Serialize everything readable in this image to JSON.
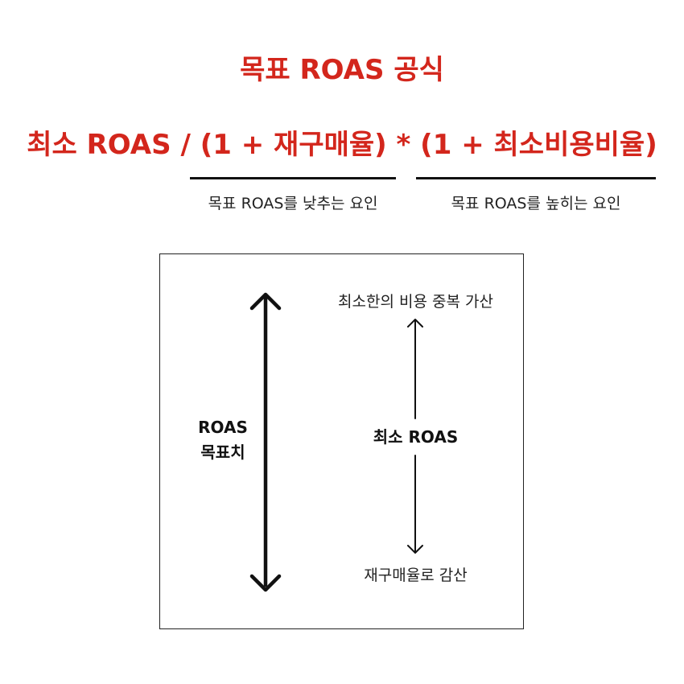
{
  "title": "목표 ROAS 공식",
  "formula": "최소 ROAS / (1 + 재구매율) * (1 + 최소비용비율)",
  "factors": {
    "lowering": "목표 ROAS를 낮추는 요인",
    "raising": "목표 ROAS를 높히는 요인"
  },
  "diagram": {
    "target_label_line1": "ROAS",
    "target_label_line2": "목표치",
    "minimum_label": "최소 ROAS",
    "top_note": "최소한의 비용 중복 가산",
    "bottom_note": "재구매율로 감산"
  },
  "colors": {
    "accent": "#d3261c",
    "text": "#111111"
  }
}
